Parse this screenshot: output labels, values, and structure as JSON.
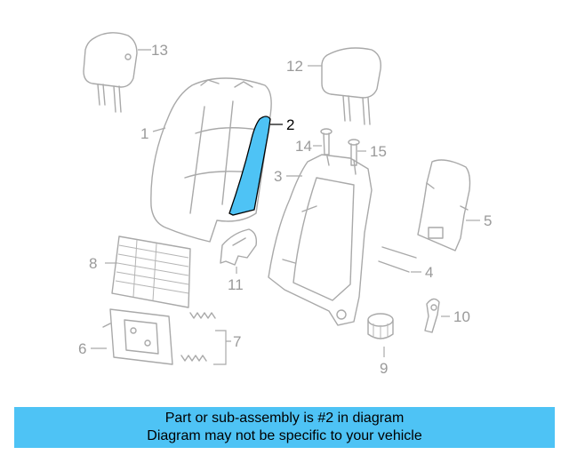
{
  "diagram": {
    "highlight_color": "#4ec3f5",
    "line_color": "#a9a9a9",
    "callouts": {
      "c1": "1",
      "c2": "2",
      "c3": "3",
      "c4": "4",
      "c5": "5",
      "c6": "6",
      "c7": "7",
      "c8": "8",
      "c9": "9",
      "c10": "10",
      "c11": "11",
      "c12": "12",
      "c13": "13",
      "c14": "14",
      "c15": "15"
    }
  },
  "banner": {
    "background": "#4ec3f5",
    "line1": "Part or sub-assembly is #2 in diagram",
    "line2": "Diagram may not be specific to your vehicle"
  }
}
